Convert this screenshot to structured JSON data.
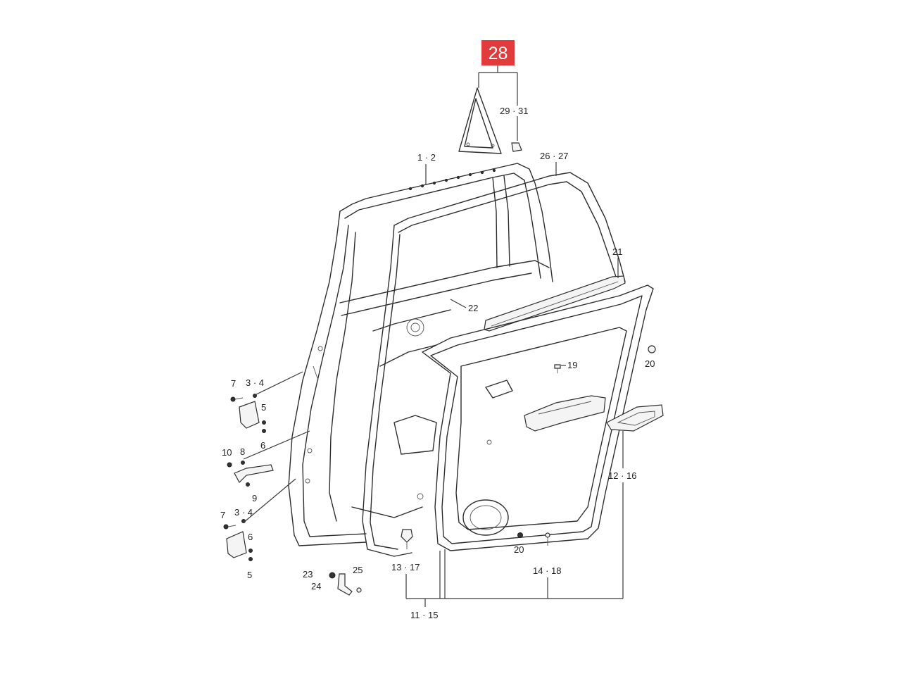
{
  "diagram": {
    "highlight_label": "28",
    "labels": {
      "l_29_31": "29 · 31",
      "l_1_2": "1 · 2",
      "l_26_27": "26 · 27",
      "l_21": "21",
      "l_22": "22",
      "l_19": "19",
      "l_20a": "20",
      "l_7a": "7",
      "l_3_4a": "3 · 4",
      "l_5a": "5",
      "l_6a": "6",
      "l_10": "10",
      "l_8": "8",
      "l_9": "9",
      "l_7b": "7",
      "l_3_4b": "3 · 4",
      "l_6b": "6",
      "l_5b": "5",
      "l_12_16": "12 · 16",
      "l_20b": "20",
      "l_14_18": "14 · 18",
      "l_13_17": "13 · 17",
      "l_23": "23",
      "l_24": "24",
      "l_25": "25",
      "l_11_15": "11 · 15"
    },
    "colors": {
      "highlight": "#e23b3b",
      "line": "#2e2e2e",
      "background": "#ffffff"
    }
  }
}
